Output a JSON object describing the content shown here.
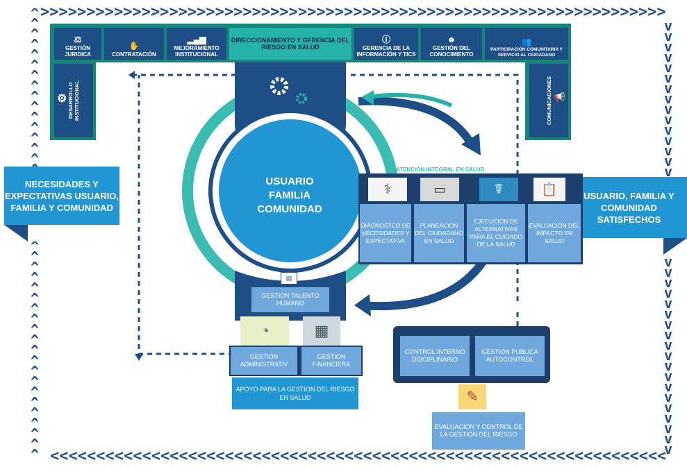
{
  "top_bar": {
    "items": [
      {
        "label": "GESTIÓN JURIDICA",
        "icon": "gavel-icon"
      },
      {
        "label": "CONTRATACIÓN",
        "icon": "handshake-icon"
      },
      {
        "label": "MEJORAMIENTO INSTITUCIONAL",
        "icon": "bar-chart-icon"
      },
      {
        "label": "GERENCIA DE LA INFORMACIÓN Y TICS",
        "icon": "info-icon"
      },
      {
        "label": "GESTIÓN DEL CONOCIMIENTO",
        "icon": "head-icon"
      },
      {
        "label": "PARTICIPACIÓN COMUNITARIA Y SERVICIO AL CIUDADANO",
        "icon": "people-icon"
      }
    ],
    "center_label": "DIRECCIONAMIENTO Y GERENCIA DEL RIESGO EN SALUD"
  },
  "left_column": {
    "label": "DESARROLLO INSTITUCIONAL",
    "icon": "gear-icon"
  },
  "right_column": {
    "label": "COMUNICACIONES",
    "icon": "megaphone-icon"
  },
  "left_banner": "NECESIDADES Y EXPECTATIVAS USUARIO, FAMILIA Y COMUNIDAD",
  "right_banner": "USUARIO, FAMILIA Y COMUNIDAD SATISFECHOS",
  "center_circle": "USUARIO FAMILIA COMUNIDAD",
  "atencion_title": "ATENCIÓN INTEGRAL EN SALUD",
  "atencion_steps": [
    {
      "label": "DIAGNOSTCO DE NECESIDADES Y EXPECTATIVA",
      "icon": "stethoscope-icon"
    },
    {
      "label": "PLANEACION DEL CIUDADANO EN SALUD",
      "icon": "tablet-icon"
    },
    {
      "label": "EJECUCION DE ALTERNATIVAS PARA EL CUIDADO DE LA SALUD",
      "icon": "caduceus-icon"
    },
    {
      "label": "EVALUACION DEL IMPACTO EN SALUD",
      "icon": "clipboard-icon"
    }
  ],
  "support": {
    "talento": "GESTION TALENTO HUMANO",
    "administrativa": "GESTION ADMINISTRATIV",
    "financiera": "GESTION FINANCIERA",
    "apoyo": "APOYO PARA LA GESTION DEL RIESGO EN SALUD"
  },
  "control": {
    "interno": "CONTROL INTERNO DISCIPLINARIO",
    "publica": "GESTION PUBLICA AUTOCONTROL",
    "evaluacion": "EVALUACION Y CONTROL DE LA GESTION DEL RIESGO"
  },
  "colors": {
    "navy": "#1d4f86",
    "teal": "#16857a",
    "blue": "#2196d4",
    "light_blue": "#6fa8dc"
  }
}
